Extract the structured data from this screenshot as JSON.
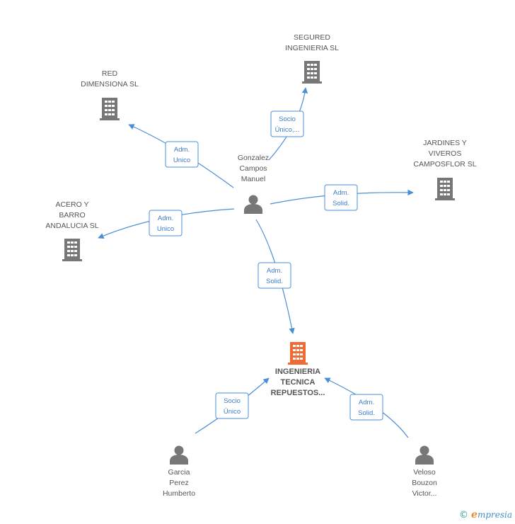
{
  "colors": {
    "edge": "#4a8fd6",
    "company_icon": "#777777",
    "focus_icon": "#f06a35",
    "person_icon": "#777777"
  },
  "nodes": [
    {
      "id": "center",
      "kind": "person",
      "lines": [
        "Gonzalez",
        "Campos",
        "Manuel"
      ],
      "focus": false
    },
    {
      "id": "segured",
      "kind": "company",
      "lines": [
        "SEGURED",
        "INGENIERIA SL"
      ],
      "focus": false
    },
    {
      "id": "red",
      "kind": "company",
      "lines": [
        "RED",
        "DIMENSIONA  SL"
      ],
      "focus": false
    },
    {
      "id": "jardines",
      "kind": "company",
      "lines": [
        "JARDINES Y",
        "VIVEROS",
        "CAMPOSFLOR SL"
      ],
      "focus": false
    },
    {
      "id": "acero",
      "kind": "company",
      "lines": [
        "ACERO Y",
        "BARRO",
        "ANDALUCIA SL"
      ],
      "focus": false
    },
    {
      "id": "ingenieria",
      "kind": "company",
      "lines": [
        "INGENIERIA",
        "TECNICA",
        "REPUESTOS..."
      ],
      "focus": true
    },
    {
      "id": "garcia",
      "kind": "person",
      "lines": [
        "Garcia",
        "Perez",
        "Humberto"
      ],
      "focus": false
    },
    {
      "id": "veloso",
      "kind": "person",
      "lines": [
        "Veloso",
        "Bouzon",
        "Victor..."
      ],
      "focus": false
    }
  ],
  "edges": [
    {
      "from": "center",
      "to": "segured",
      "label": [
        "Socio",
        "Único,..."
      ]
    },
    {
      "from": "center",
      "to": "red",
      "label": [
        "Adm.",
        "Unico"
      ]
    },
    {
      "from": "center",
      "to": "jardines",
      "label": [
        "Adm.",
        "Solid."
      ]
    },
    {
      "from": "center",
      "to": "acero",
      "label": [
        "Adm.",
        "Unico"
      ]
    },
    {
      "from": "center",
      "to": "ingenieria",
      "label": [
        "Adm.",
        "Solid."
      ]
    },
    {
      "from": "garcia",
      "to": "ingenieria",
      "label": [
        "Socio",
        "Único"
      ]
    },
    {
      "from": "veloso",
      "to": "ingenieria",
      "label": [
        "Adm.",
        "Solid."
      ]
    }
  ],
  "footer": {
    "copyright_symbol": "©",
    "brand_initial": "e",
    "brand_rest": "mpresia"
  }
}
